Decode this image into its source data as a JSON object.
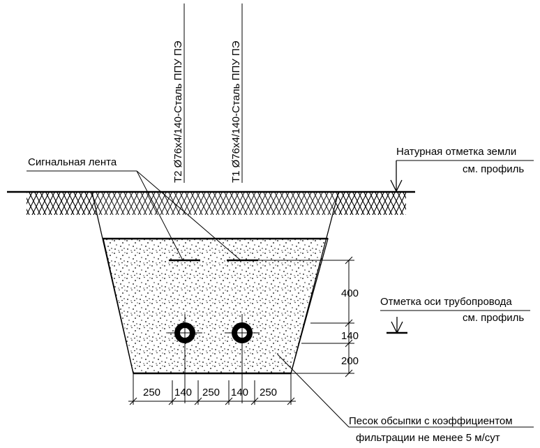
{
  "pipe_labels": {
    "t2": "Т2 Ø76х4/140-Сталь ППУ ПЭ",
    "t1": "Т1 Ø76х4/140-Сталь ППУ ПЭ"
  },
  "callouts": {
    "ground_level_line1": "Натурная отметка земли",
    "ground_level_line2": "см. профиль",
    "signal_tape": "Сигнальная лента",
    "pipe_axis_line1": "Отметка оси трубопровода",
    "pipe_axis_line2": "см. профиль",
    "sand_line1": "Песок обсыпки с коэффициентом",
    "sand_line2": "фильтрации не менее 5 м/сут"
  },
  "dimensions": {
    "vertical": [
      "400",
      "140",
      "200"
    ],
    "horizontal": [
      "250",
      "140",
      "250",
      "140",
      "250"
    ]
  }
}
